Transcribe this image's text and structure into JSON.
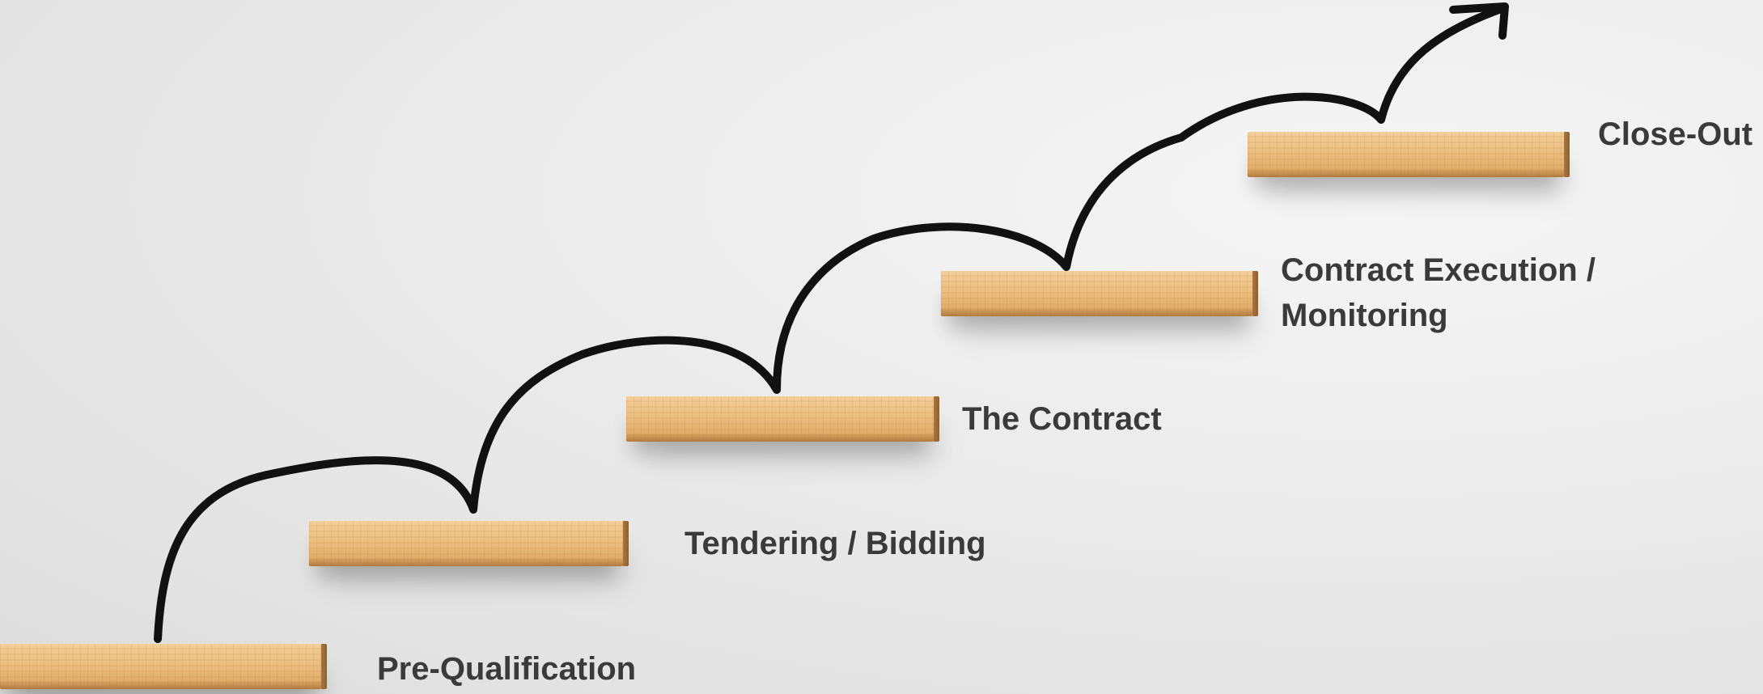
{
  "steps": [
    {
      "label": "Pre-Qualification"
    },
    {
      "label": "Tendering / Bidding"
    },
    {
      "label": "The Contract"
    },
    {
      "label": "Contract Execution /"
    },
    {
      "label": "Monitoring"
    },
    {
      "label": "Close-Out"
    }
  ],
  "colors": {
    "background": "#e8e8e8",
    "wood": "#ebbe80",
    "text": "#3a3a3a",
    "arrow": "#111111"
  },
  "icons": {
    "arrow": "curved-upward-arrow-icon"
  }
}
